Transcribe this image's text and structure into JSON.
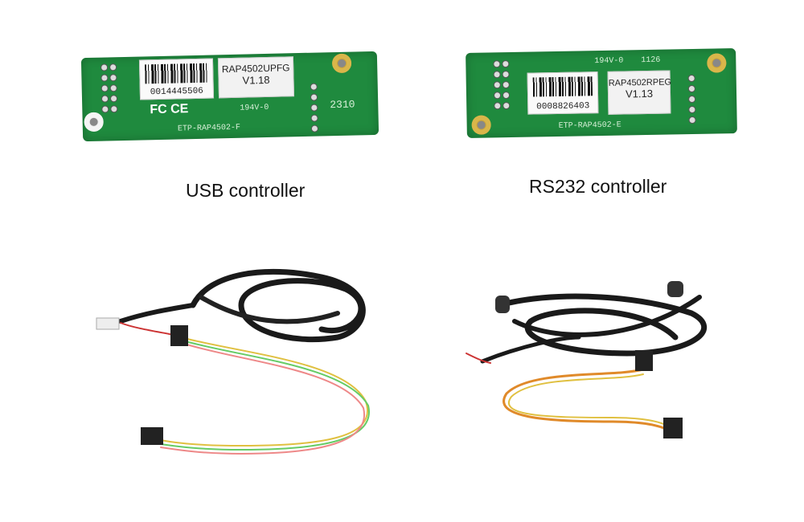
{
  "usb": {
    "caption": "USB controller",
    "barcode": "0014445506",
    "model": "RAP4502UPFG",
    "version": "V1.18",
    "cert_marks": "FC CE",
    "ul_mark": "194V-0",
    "date_code": "2310",
    "part": "ETP-RAP4502-F"
  },
  "rs232": {
    "caption": "RS232 controller",
    "barcode": "0008826403",
    "model": "RAP4502RPEG",
    "version": "V1.13",
    "ul_mark": "194V-0",
    "date_code": "1126",
    "part": "ETP-RAP4502-E"
  },
  "colors": {
    "pcb": "#1f8a3e",
    "cable": "#1a1a1a"
  }
}
